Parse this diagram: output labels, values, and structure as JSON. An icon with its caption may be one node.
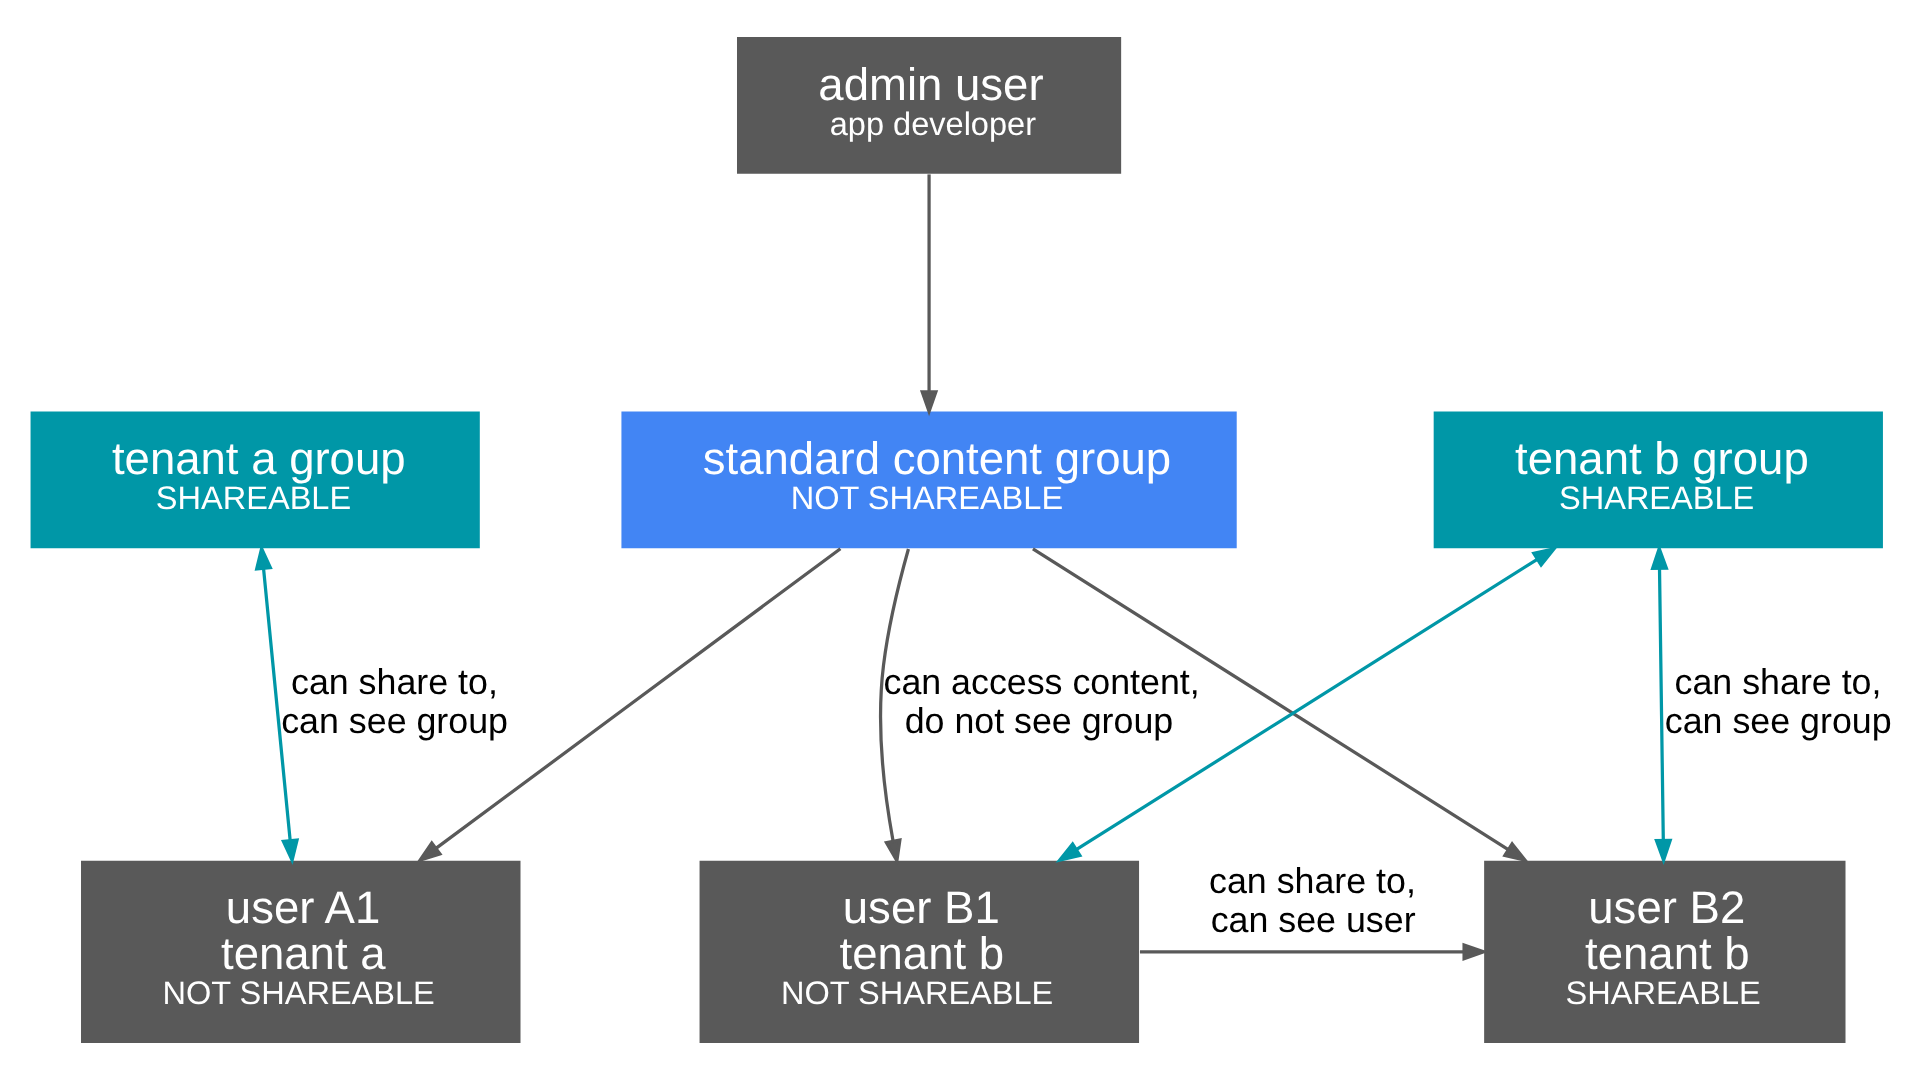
{
  "diagram": {
    "nodes": [
      {
        "text": [
          "admin user",
          "app developer"
        ]
      },
      {
        "text": [
          "tenant a group",
          "SHAREABLE"
        ]
      },
      {
        "text": [
          "standard content group",
          "NOT SHAREABLE"
        ]
      },
      {
        "text": [
          "tenant b group",
          "SHAREABLE"
        ]
      },
      {
        "text": [
          "user A1",
          "tenant a",
          "NOT SHAREABLE"
        ]
      },
      {
        "text": [
          "user B1",
          "tenant b",
          "NOT SHAREABLE"
        ]
      },
      {
        "text": [
          "user B2",
          "tenant b",
          "SHAREABLE"
        ]
      }
    ],
    "edges": [
      {
        "from": 0,
        "to": 2,
        "arrow": "to"
      },
      {
        "from": 1,
        "to": 4,
        "arrow": "both",
        "label": "can share to, can see group",
        "color": "#0097a7"
      },
      {
        "from": 2,
        "to": 4,
        "arrow": "to"
      },
      {
        "from": 2,
        "to": 5,
        "arrow": "to",
        "label": "can access content, do not see group"
      },
      {
        "from": 2,
        "to": 6,
        "arrow": "to"
      },
      {
        "from": 5,
        "to": 3,
        "arrow": "both",
        "color": "#0097a7"
      },
      {
        "from": 3,
        "to": 6,
        "arrow": "both",
        "label": "can share to, can see group",
        "color": "#0097a7"
      },
      {
        "from": 5,
        "to": 6,
        "arrow": "to",
        "label": "can share to, can see user"
      }
    ]
  }
}
